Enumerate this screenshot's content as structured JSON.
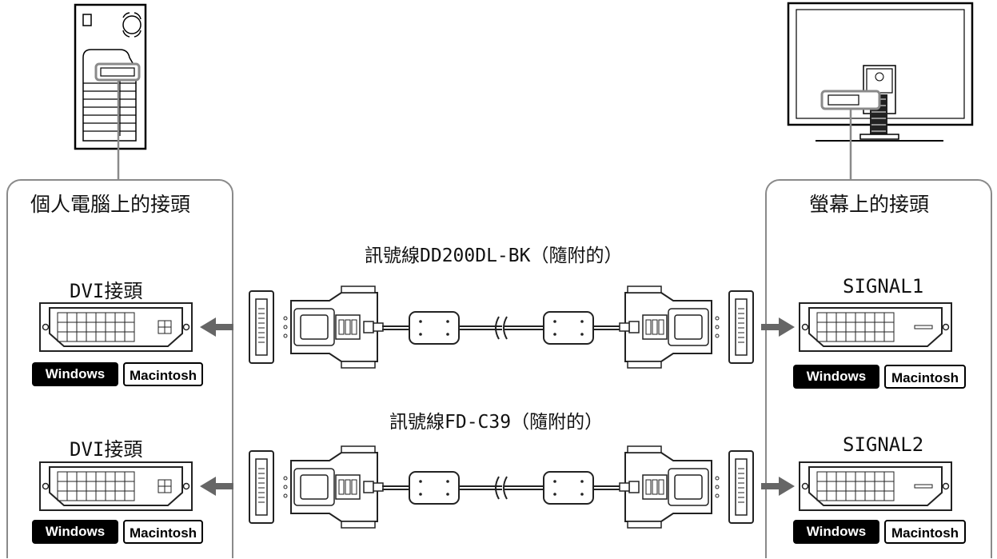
{
  "left_panel": {
    "title": "個人電腦上的接頭",
    "port_top": "DVI接頭",
    "port_bottom": "DVI接頭"
  },
  "right_panel": {
    "title": "螢幕上的接頭",
    "port_top": "SIGNAL1",
    "port_bottom": "SIGNAL2"
  },
  "cables": {
    "top": "訊號線DD200DL-BK（隨附的）",
    "bottom": "訊號線FD-C39（隨附的）"
  },
  "badges": {
    "windows": "Windows",
    "macintosh": "Macintosh"
  },
  "colors": {
    "arrow": "#666666",
    "panel_border": "#8a8a8a",
    "highlight_frame": "#8a8a8a"
  }
}
